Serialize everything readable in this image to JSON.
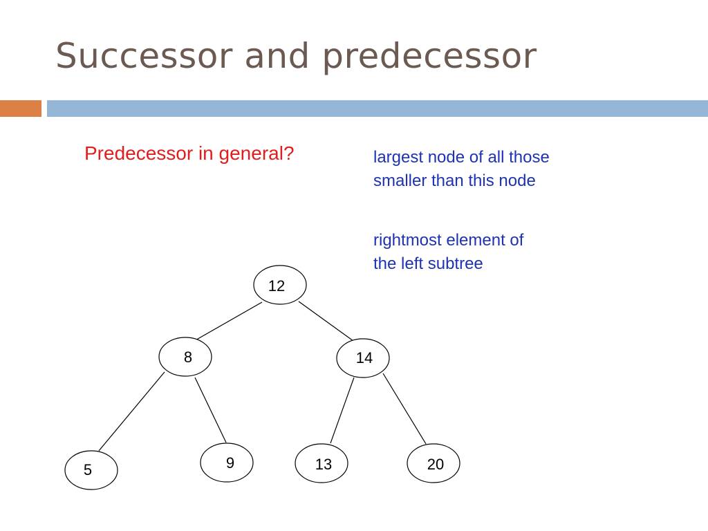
{
  "title": "Successor and predecessor",
  "question": "Predecessor in general?",
  "answer_1": "largest node of all those\nsmaller than this node",
  "answer_2": "rightmost element of\nthe left subtree",
  "tree_nodes": [
    "12",
    "8",
    "14",
    "5",
    "9",
    "13",
    "20"
  ],
  "colors": {
    "title": "#6b5a52",
    "accent_orange": "#dd8046",
    "accent_blue": "#93b6d6",
    "question": "#e21d1d",
    "answer": "#1e32b4"
  }
}
